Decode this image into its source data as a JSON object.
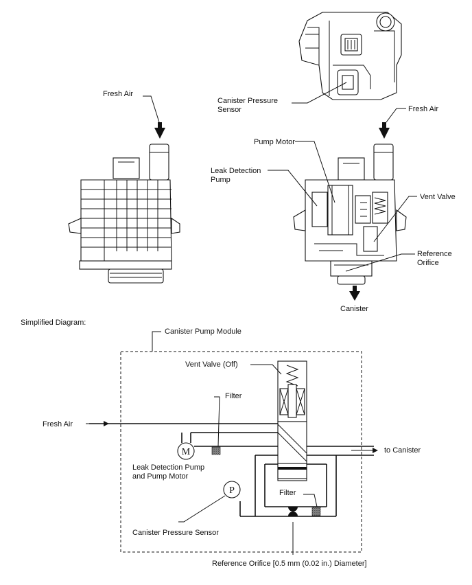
{
  "labels": {
    "fresh_air_left": "Fresh Air",
    "fresh_air_right": "Fresh Air",
    "canister_pressure_sensor_top": "Canister Pressure\nSensor",
    "pump_motor": "Pump Motor",
    "leak_detection_pump": "Leak Detection\nPump",
    "vent_valve": "Vent Valve",
    "reference_orifice": "Reference\nOrifice",
    "canister": "Canister",
    "simplified_title": "Simplified Diagram:",
    "canister_pump_module": "Canister Pump Module",
    "vent_valve_off": "Vent Valve (Off)",
    "filter_top": "Filter",
    "fresh_air_schematic": "Fresh Air",
    "to_canister": "to Canister",
    "leak_pump_motor": "Leak Detection Pump\nand Pump Motor",
    "filter_bottom": "Filter",
    "canister_pressure_sensor": "Canister Pressure Sensor",
    "reference_orifice_spec": "Reference Orifice [0.5 mm (0.02 in.) Diameter]"
  },
  "symbols": {
    "motor": "M",
    "pressure": "P"
  }
}
